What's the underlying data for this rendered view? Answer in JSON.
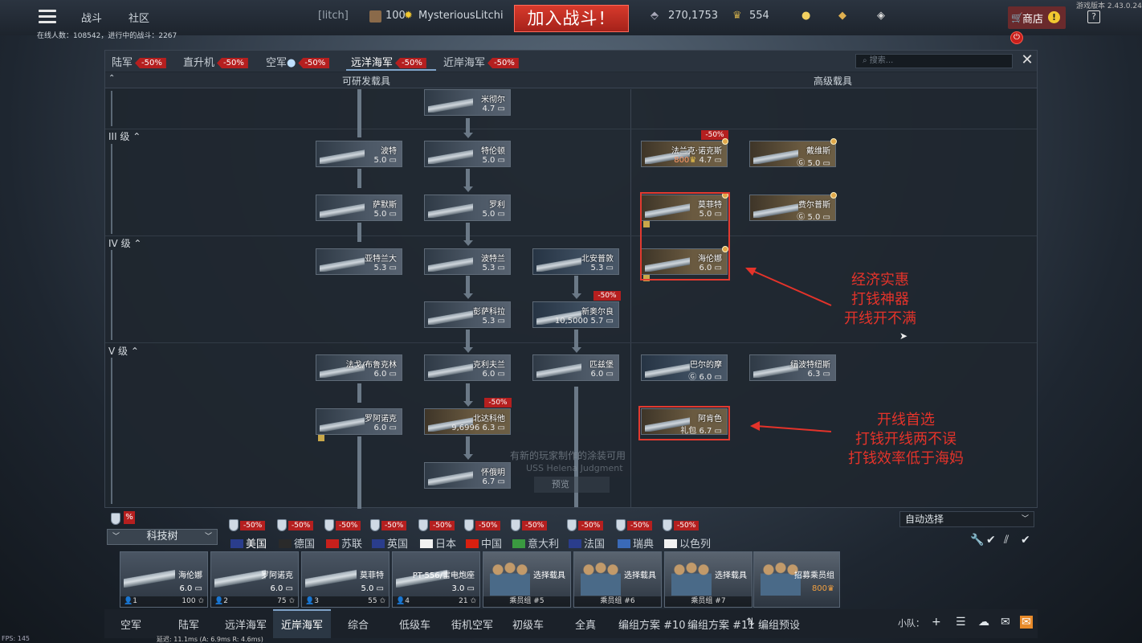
{
  "top": {
    "game_tab": "战斗",
    "community_tab": "社区",
    "clan_tag": "[litch]",
    "level": "100",
    "username": "MysteriousLitchi",
    "join_battle": "加入战斗！",
    "silver_lions": "270,1753",
    "golden_eagles": "554",
    "shop": "商店",
    "version": "游戏版本 2.43.0.24",
    "online": "在线人数：108542，进行中的战斗：2267"
  },
  "tabs": [
    {
      "label": "陆军",
      "discount": "-50%"
    },
    {
      "label": "直升机",
      "discount": "-50%"
    },
    {
      "label": "空军",
      "discount": "-50%"
    },
    {
      "label": "远洋海军",
      "discount": "-50%"
    },
    {
      "label": "近岸海军",
      "discount": "-50%"
    }
  ],
  "search_placeholder": "搜索...",
  "headers": {
    "researchable": "可研发载具",
    "premium": "高级载具"
  },
  "ranks": {
    "r3": "III 级",
    "r4": "IV 级",
    "r5": "V 级"
  },
  "nodes": {
    "mitchell": {
      "name": "米彻尔",
      "br": "4.7"
    },
    "porter": {
      "name": "波特",
      "br": "5.0"
    },
    "trenton": {
      "name": "特伦顿",
      "br": "5.0"
    },
    "sumner": {
      "name": "萨默斯",
      "br": "5.0"
    },
    "raleigh": {
      "name": "罗利",
      "br": "5.0"
    },
    "atlanta": {
      "name": "亚特兰大",
      "br": "5.3"
    },
    "portland": {
      "name": "波特兰",
      "br": "5.3"
    },
    "northampton": {
      "name": "北安普敦",
      "br": "5.3"
    },
    "pensacola": {
      "name": "彭萨科拉",
      "br": "5.3"
    },
    "neworleans": {
      "name": "新奥尔良",
      "br": "5.7",
      "cost": "10,5000",
      "discount": "-50%"
    },
    "fletcher": {
      "name": "法戈/布鲁克林",
      "br": "6.0"
    },
    "cleveland": {
      "name": "克利夫兰",
      "br": "6.0"
    },
    "pittsburgh": {
      "name": "匹兹堡",
      "br": "6.0"
    },
    "roanoke": {
      "name": "罗阿诺克",
      "br": "6.0"
    },
    "northdakota": {
      "name": "北达科他",
      "br": "6.3",
      "cost": "9,6996",
      "discount": "-50%"
    },
    "wyoming": {
      "name": "怀俄明",
      "br": "6.7"
    },
    "frank_knox": {
      "name": "法兰克·诺克斯",
      "br": "4.7",
      "cost": "800",
      "discount": "-50%"
    },
    "davis": {
      "name": "戴维斯",
      "br": "5.0"
    },
    "moffett": {
      "name": "莫菲特",
      "br": "5.0"
    },
    "phelps": {
      "name": "费尔普斯",
      "br": "5.0"
    },
    "helena": {
      "name": "海伦娜",
      "br": "6.0"
    },
    "baltimore": {
      "name": "巴尔的摩",
      "br": "6.0"
    },
    "newport": {
      "name": "纽波特纽斯",
      "br": "6.3"
    },
    "arizona": {
      "name": "阿肯色",
      "br": "6.7",
      "cost": "礼包"
    }
  },
  "annotations": {
    "a1": [
      "经济实惠",
      "打钱神器",
      "开线开不满"
    ],
    "a2": [
      "开线首选",
      "打钱开线两不误",
      "打钱效率低于海妈"
    ]
  },
  "watermark": "有新的玩家制作的涂装可用",
  "watermark2": "USS Helena Judgment",
  "preview": "预览",
  "techtree": "科技树",
  "autoselect": "自动选择",
  "nations": [
    {
      "label": "美国",
      "discount": "-50%"
    },
    {
      "label": "德国",
      "discount": "-50%"
    },
    {
      "label": "苏联",
      "discount": "-50%"
    },
    {
      "label": "英国",
      "discount": "-50%"
    },
    {
      "label": "日本",
      "discount": "-50%"
    },
    {
      "label": "中国",
      "discount": "-50%"
    },
    {
      "label": "意大利",
      "discount": "-50%"
    },
    {
      "label": "法国",
      "discount": "-50%"
    },
    {
      "label": "瑞典",
      "discount": "-50%"
    },
    {
      "label": "以色列",
      "discount": "-50%"
    }
  ],
  "crew": [
    {
      "name": "海伦娜",
      "br": "6.0",
      "slot": "1",
      "cost": "100"
    },
    {
      "name": "罗阿诺克",
      "br": "6.0",
      "slot": "2",
      "cost": "75"
    },
    {
      "name": "莫菲特",
      "br": "5.0",
      "slot": "3",
      "cost": "55"
    },
    {
      "name": "PT-556/雷电炮座",
      "br": "3.0",
      "slot": "4",
      "cost": "21"
    },
    {
      "name": "选择载具",
      "foot": "乘员组 #5"
    },
    {
      "name": "选择载具",
      "foot": "乘员组 #6"
    },
    {
      "name": "选择载具",
      "foot": "乘员组 #7"
    },
    {
      "name": "招募乘员组",
      "cost": "800"
    }
  ],
  "botnav": [
    "空军",
    "陆军",
    "远洋海军",
    "近岸海军",
    "综合",
    "低级车",
    "街机空军",
    "初级车",
    "全真",
    "编组方案 #10",
    "编组方案 #11",
    "编组预设"
  ],
  "squad": "小队：",
  "fps": "FPS: 145",
  "ping": "延迟: 11.1ms (A: 6.9ms R: 4.6ms)"
}
